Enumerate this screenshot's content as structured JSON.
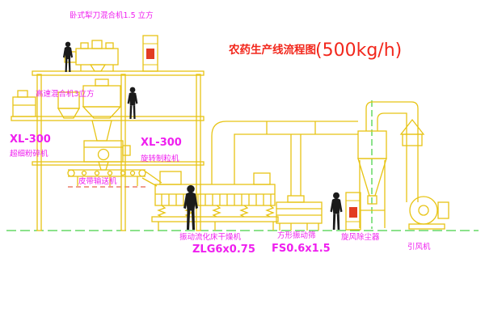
{
  "diagram": {
    "title": "农药生产线流程图",
    "capacity": "(500kg/h)"
  },
  "labels": {
    "horizontal_mixer": "卧式犁刀混合机1.5 立方",
    "high_speed_mixer": "高速混合机3立方",
    "pulverizer_model": "XL-300",
    "pulverizer_name": "超细粉碎机",
    "granulator_model": "XL-300",
    "granulator_name": "旋转制粒机",
    "belt_conveyor": "皮带输送机",
    "dryer_name": "振动流化床干燥机",
    "dryer_model": "ZLG6x0.75",
    "sieve_name": "方形振动筛",
    "sieve_model": "FS0.6x1.5",
    "cyclone_name": "旋风除尘器",
    "fan_name": "引风机"
  },
  "colors": {
    "line_yellow": "#e7c414",
    "centerline_green": "#17c417",
    "label_magenta": "#ef1fef",
    "title_red": "#f2271c",
    "accent_red": "#e23c22",
    "figure_black": "#1b1b1b",
    "background": "#ffffff"
  }
}
